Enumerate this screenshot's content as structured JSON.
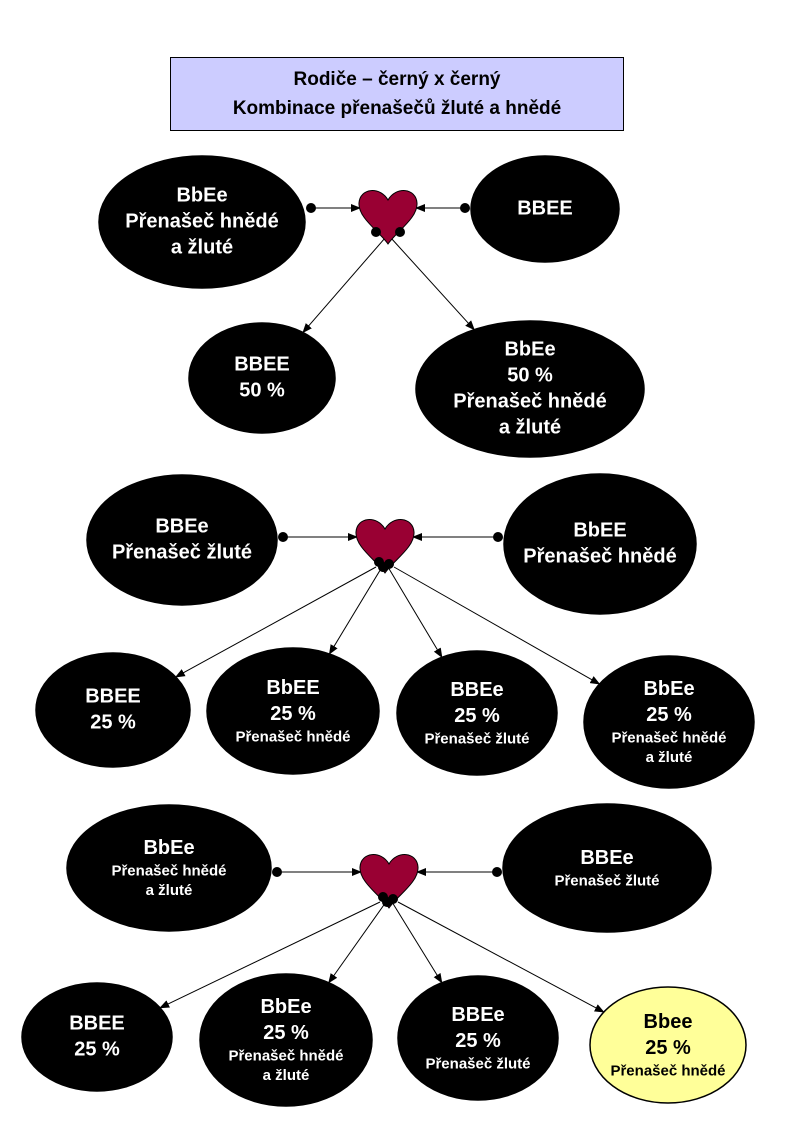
{
  "title": {
    "line1": "Rodiče – černý x černý",
    "line2": "Kombinace přenašečů žluté a hnědé"
  },
  "colors": {
    "node_fill": "#000000",
    "node_text": "#ffffff",
    "highlight_fill": "#ffff99",
    "highlight_text": "#000000",
    "heart": "#990033",
    "title_bg": "#ccccff"
  },
  "icons": {
    "heart": "heart-icon"
  },
  "sections": [
    {
      "parents": [
        {
          "lines": [
            "BbEe",
            "Přenašeč hnědé",
            "a žluté"
          ],
          "highlight": false
        },
        {
          "lines": [
            "BBEE"
          ],
          "highlight": false
        }
      ],
      "children": [
        {
          "lines": [
            "BBEE",
            "50 %"
          ],
          "highlight": false
        },
        {
          "lines": [
            "BbEe",
            "50 %",
            "Přenašeč hnědé",
            "a žluté"
          ],
          "highlight": false
        }
      ]
    },
    {
      "parents": [
        {
          "lines": [
            "BBEe",
            "Přenašeč žluté"
          ],
          "highlight": false
        },
        {
          "lines": [
            "BbEE",
            "Přenašeč hnědé"
          ],
          "highlight": false
        }
      ],
      "children": [
        {
          "lines": [
            "BBEE",
            "25 %"
          ],
          "highlight": false
        },
        {
          "lines": [
            "BbEE",
            "25 %",
            "Přenašeč hnědé"
          ],
          "highlight": false
        },
        {
          "lines": [
            "BBEe",
            "25 %",
            "Přenašeč žluté"
          ],
          "highlight": false
        },
        {
          "lines": [
            "BbEe",
            "25 %",
            "Přenašeč hnědé",
            "a žluté"
          ],
          "highlight": false
        }
      ]
    },
    {
      "parents": [
        {
          "lines": [
            "BbEe",
            "Přenašeč hnědé",
            "a žluté"
          ],
          "highlight": false
        },
        {
          "lines": [
            "BBEe",
            "Přenašeč žluté"
          ],
          "highlight": false
        }
      ],
      "children": [
        {
          "lines": [
            "BBEE",
            "25 %"
          ],
          "highlight": false
        },
        {
          "lines": [
            "BbEe",
            "25 %",
            "Přenašeč hnědé",
            "a žluté"
          ],
          "highlight": false
        },
        {
          "lines": [
            "BBEe",
            "25 %",
            "Přenašeč žluté"
          ],
          "highlight": false
        },
        {
          "lines": [
            "Bbee",
            "25 %",
            "Přenašeč hnědé"
          ],
          "highlight": true
        }
      ]
    }
  ]
}
